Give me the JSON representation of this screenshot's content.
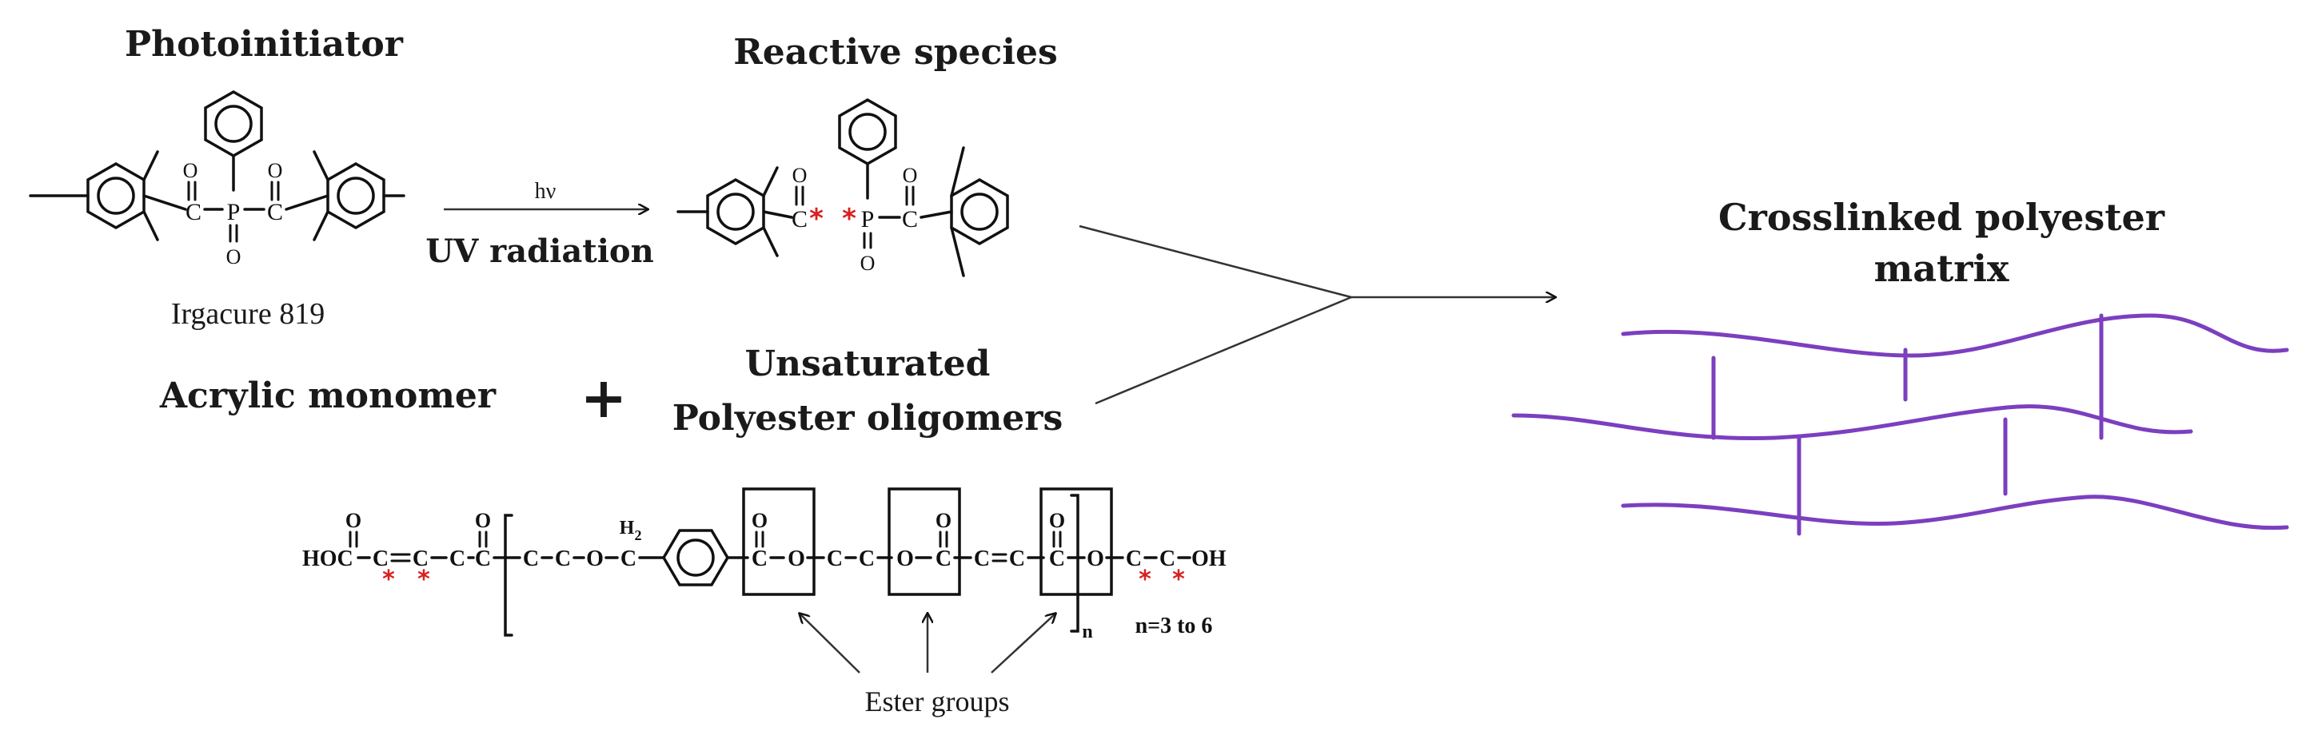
{
  "labels": {
    "photoinitiator": "Photoinitiator",
    "reactive_species": "Reactive species",
    "irgacure": "Irgacure 819",
    "hv": "hν",
    "uv": "UV radiation",
    "acrylic": "Acrylic monomer",
    "plus": "+",
    "unsaturated": "Unsaturated",
    "oligomers": "Polyester oligomers",
    "crosslinked_1": "Crosslinked polyester",
    "crosslinked_2": "matrix",
    "ester_groups": "Ester groups",
    "n_range": "n=3 to 6",
    "n": "n"
  },
  "atoms": {
    "C": "C",
    "O": "O",
    "P": "P",
    "H2": "H",
    "sub2": "2",
    "HOC": "HOC",
    "OH": "OH",
    "star": "*"
  },
  "colors": {
    "network": "#7b3fbf",
    "radical_star": "#d81f1f"
  }
}
